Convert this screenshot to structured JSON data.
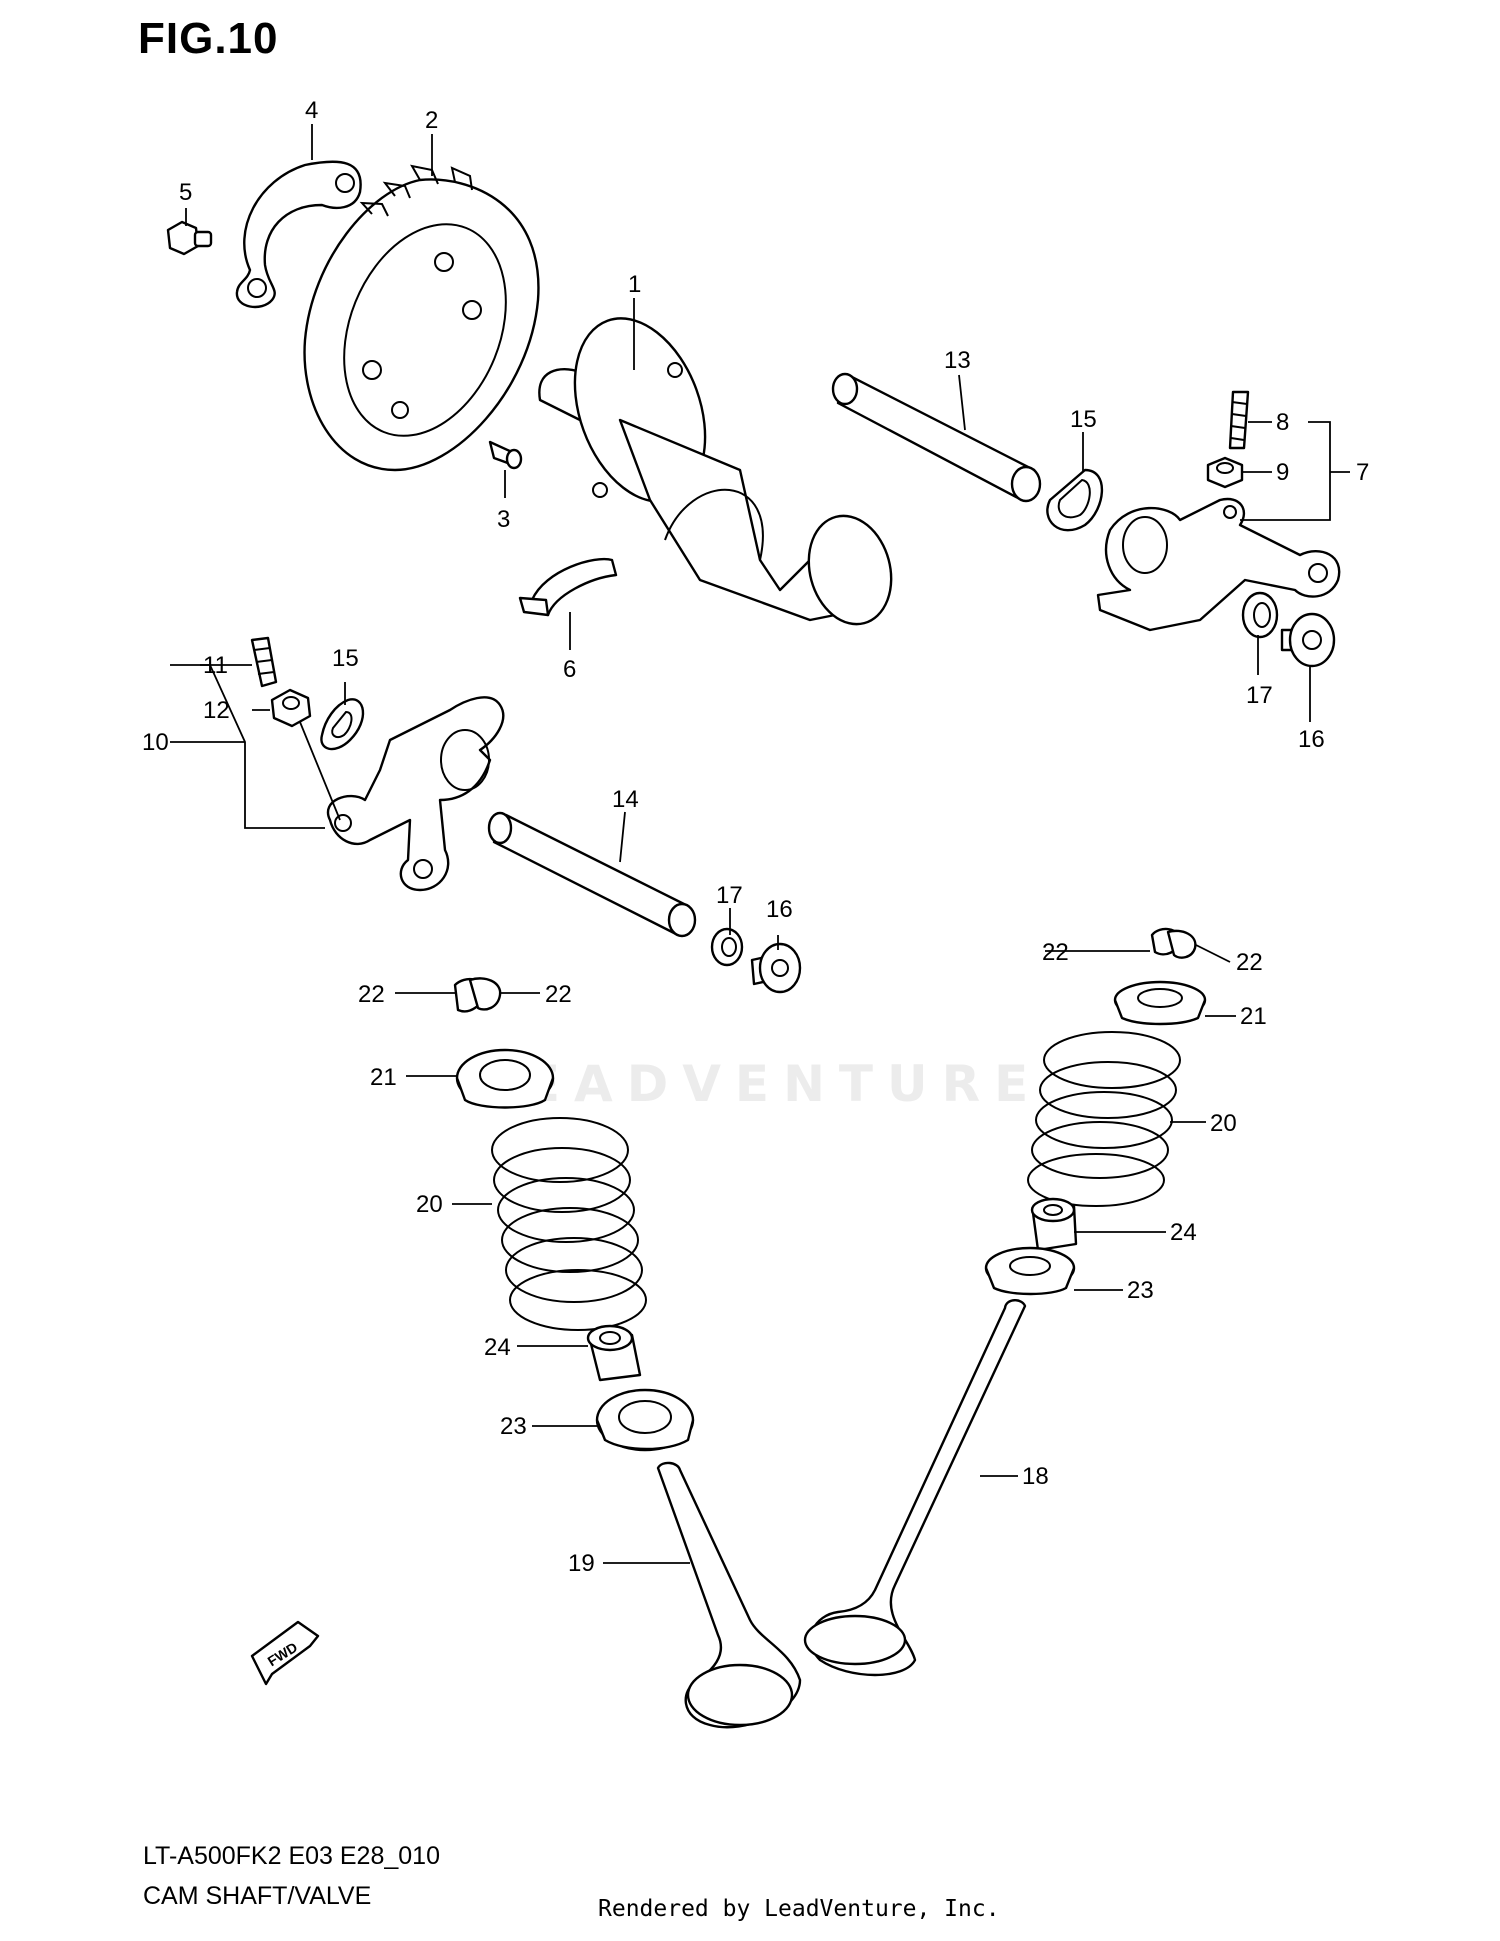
{
  "figure": {
    "title": "FIG.10",
    "model_code": "LT-A500FK2 E03 E28_010",
    "section_name": "CAM SHAFT/VALVE",
    "credit": "Rendered by LeadVenture, Inc.",
    "watermark": "LEADVENTURE"
  },
  "callouts": [
    "1",
    "2",
    "3",
    "4",
    "5",
    "6",
    "7",
    "8",
    "9",
    "10",
    "11",
    "12",
    "13",
    "14",
    "15",
    "15",
    "16",
    "16",
    "17",
    "17",
    "18",
    "19",
    "20",
    "20",
    "21",
    "21",
    "22",
    "22",
    "22",
    "22",
    "23",
    "23",
    "24",
    "24"
  ],
  "direction_badge": "FWD"
}
